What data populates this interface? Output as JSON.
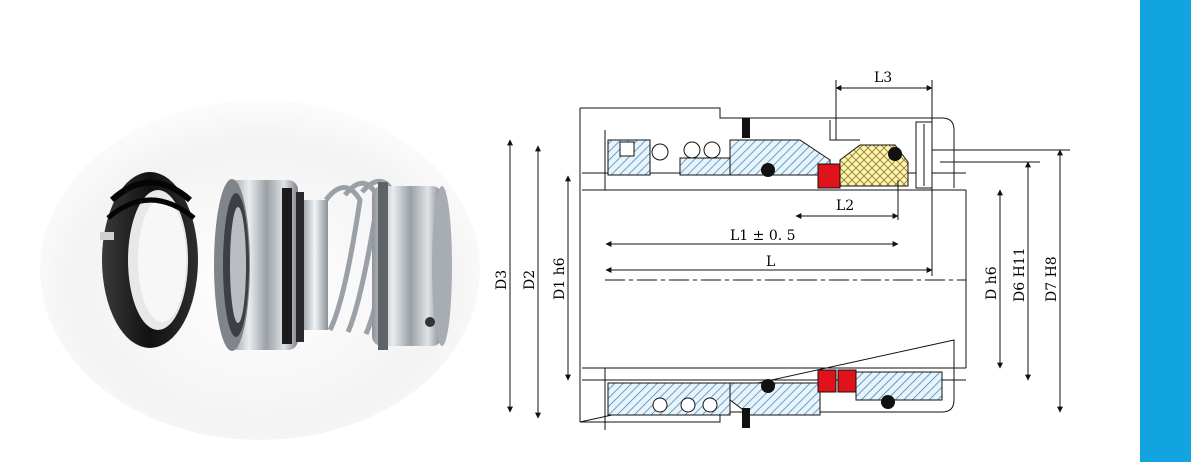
{
  "colors": {
    "background": "#ffffff",
    "side_bar": "#12a3e1",
    "hatch": "#2d7fb8",
    "seal_red": "#e0121c",
    "seat_yellow": "#fff3b0",
    "line": "#111111",
    "rubber_black": "#1f1f1f",
    "steel": "#c9cdd1"
  },
  "icons": {
    "photo": "mechanical-seal-photo",
    "diagram": "mechanical-seal-cross-section"
  },
  "dimensions": {
    "L3": "L3",
    "L2": "L2",
    "L1": "L1 ± 0. 5",
    "L": "L",
    "D3": "D3",
    "D2": "D2",
    "D1": "D1 h6",
    "D": "D h6",
    "D6": "D6 H11",
    "D7": "D7 H8"
  }
}
